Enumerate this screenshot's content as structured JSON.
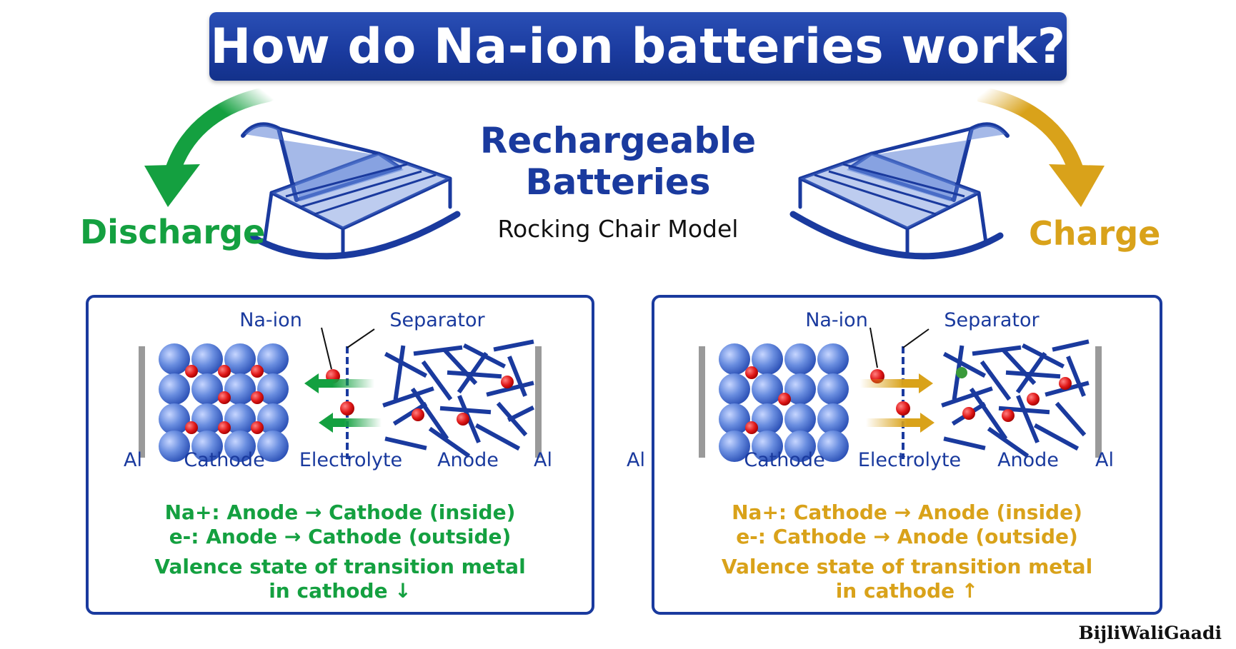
{
  "title": "How do Na-ion batteries work?",
  "center": {
    "heading_line1": "Rechargeable",
    "heading_line2": "Batteries",
    "subtitle": "Rocking Chair Model"
  },
  "modes": {
    "discharge": "Discharge",
    "charge": "Charge"
  },
  "colors": {
    "title_blue": "#1a3a9e",
    "discharge_green": "#14a040",
    "charge_gold": "#d9a21a",
    "ion_red": "#e01818",
    "sphere_blue": "#5b7fd6"
  },
  "discharge_panel": {
    "na_ion_label": "Na-ion",
    "separator_label": "Separator",
    "labels": [
      "Al",
      "Cathode",
      "Electrolyte",
      "Anode",
      "Al"
    ],
    "line1": "Na+: Anode → Cathode (inside)",
    "line2": "e-: Anode → Cathode (outside)",
    "line3": "Valence state of transition metal",
    "line4": "in cathode ↓"
  },
  "charge_panel": {
    "na_ion_label": "Na-ion",
    "separator_label": "Separator",
    "labels": [
      "Al",
      "Cathode",
      "Electrolyte",
      "Anode",
      "Al"
    ],
    "line1": "Na+: Cathode → Anode (inside)",
    "line2": "e-: Cathode → Anode (outside)",
    "line3": "Valence state of transition metal",
    "line4": "in cathode ↑"
  },
  "icons": {
    "discharge_arrow": "curved-arrow-down-left",
    "charge_arrow": "curved-arrow-down-right",
    "chair": "rocking-chair"
  },
  "watermark": "BijliWaliGaadi"
}
